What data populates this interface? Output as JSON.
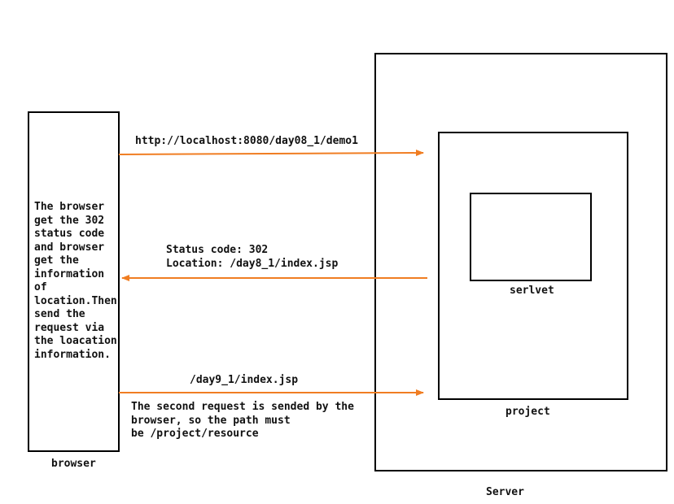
{
  "colors": {
    "arrow": "#f07d22",
    "box_stroke": "#000000",
    "text": "#111111",
    "background": "#ffffff"
  },
  "browser": {
    "label": "browser",
    "note_lines": [
      "The browser",
      "get the 302",
      "status code",
      "and browser",
      "get the",
      "information",
      "of",
      "location.Then",
      "send the",
      "request via",
      "the loacation",
      "information."
    ]
  },
  "server": {
    "label": "Server"
  },
  "project": {
    "label": "project"
  },
  "servlet": {
    "label": "serlvet"
  },
  "arrows": {
    "request1": {
      "direction": "right",
      "label": "http://localhost:8080/day08_1/demo1"
    },
    "response": {
      "direction": "left",
      "label_lines": [
        "Status code: 302",
        "Location: /day8_1/index.jsp"
      ]
    },
    "request2": {
      "direction": "right",
      "label": "/day9_1/index.jsp",
      "note_lines": [
        "The second request is sended by the",
        "browser, so the path must",
        "be /project/resource"
      ]
    }
  }
}
